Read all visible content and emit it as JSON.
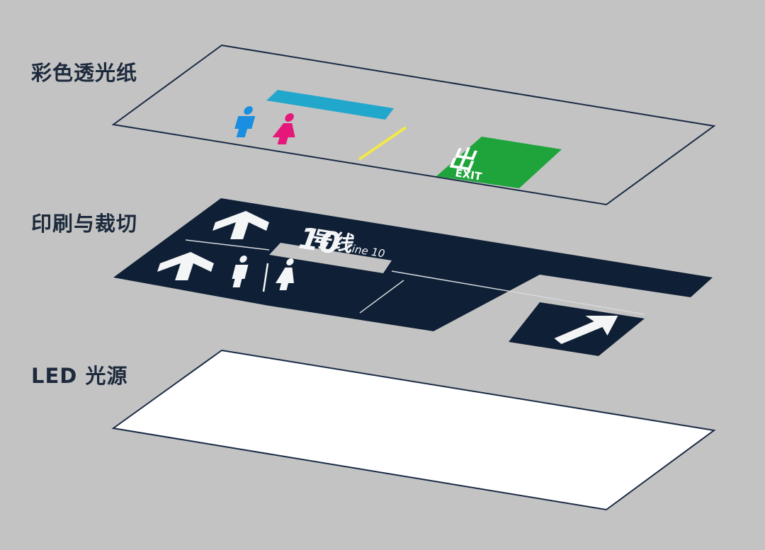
{
  "layers": {
    "color_film": {
      "label": "彩色透光纸"
    },
    "print_cut": {
      "label": "印刷与裁切"
    },
    "led_source": {
      "label": "LED 光源"
    }
  },
  "sign": {
    "line_number": "10",
    "line_cn": "号线",
    "line_en": "Line 10",
    "exit_cn": "出",
    "exit_en": "EXIT"
  },
  "icons": {
    "up_arrow": "up-arrow-icon",
    "diagonal_arrow": "up-right-arrow-icon",
    "male": "male-restroom-icon",
    "female": "female-restroom-icon",
    "exit": "exit-sign-icon"
  },
  "colors": {
    "background": "#c3c3c3",
    "print_layer": "#0f2036",
    "led_layer": "#ffffff",
    "cyan_bar": "#22a7cc",
    "male_blue": "#1a8ee0",
    "female_magenta": "#e5177a",
    "yellow_line": "#f2e84a",
    "exit_green": "#1fa43c",
    "label_text": "#1d2a3c"
  }
}
